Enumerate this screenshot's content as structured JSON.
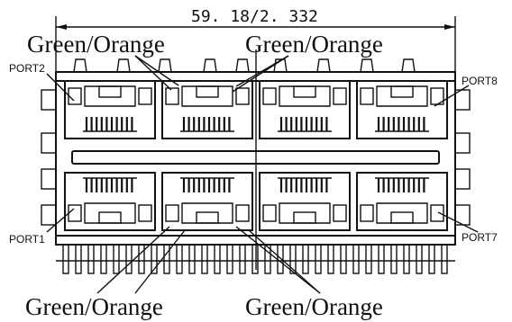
{
  "dimension": {
    "text": "59. 18/2. 332"
  },
  "led_labels": {
    "top_left": "Green/Orange",
    "top_right": "Green/Orange",
    "bottom_left": "Green/Orange",
    "bottom_right": "Green/Orange"
  },
  "port_labels": {
    "port2": "PORT2",
    "port8": "PORT8",
    "port1": "PORT1",
    "port7": "PORT7"
  }
}
